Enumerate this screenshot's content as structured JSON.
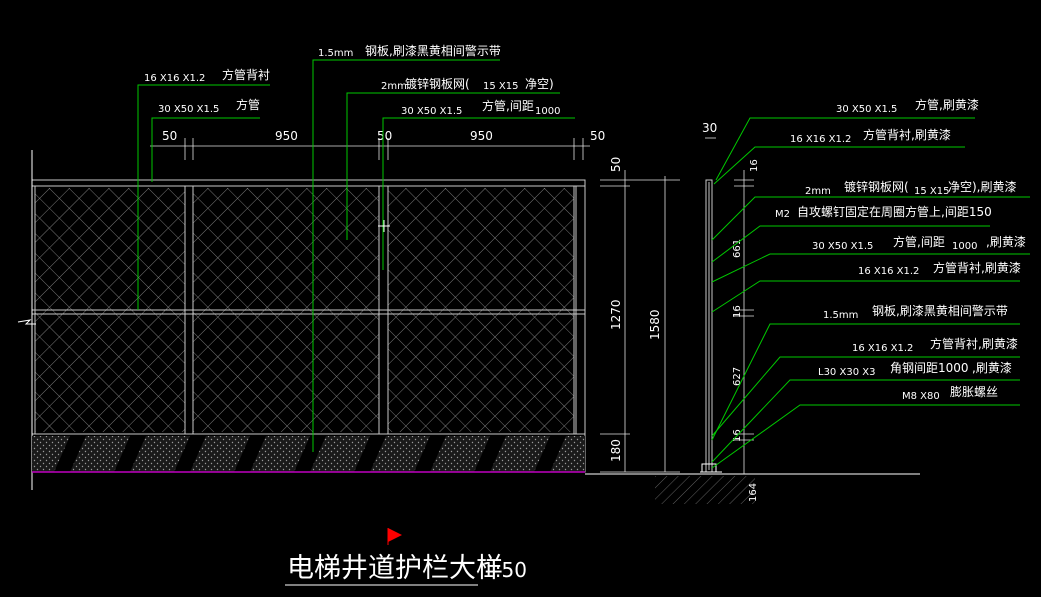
{
  "title": {
    "main": "电梯井道护栏大样",
    "scale": "1:50"
  },
  "elevation": {
    "labels": {
      "steel_plate_size": "1.5mm",
      "steel_plate_text": "钢板,刷漆黑黄相间警示带",
      "liner_size": "16 X16 X1.2",
      "liner_text": "方管背衬",
      "tube_size": "30 X50 X1.5",
      "tube_text": "方管",
      "mesh_size": "2mm",
      "mesh_text": "镀锌钢板网(",
      "mesh_spec": "15 X15",
      "mesh_clear": "净空)",
      "tube2_size": "30 X50 X1.5",
      "tube2_text": "方管,间距",
      "tube2_spacing": "1000"
    },
    "dims": {
      "top": [
        "50",
        "950",
        "50",
        "950",
        "50"
      ],
      "right": {
        "d50": "50",
        "d1270": "1270",
        "d180": "180",
        "d1580": "1580"
      }
    }
  },
  "section": {
    "dims": {
      "top30": "30",
      "d16a": "16",
      "d661": "661",
      "d16b": "16",
      "d627": "627",
      "d16c": "16",
      "d164": "164"
    },
    "labels": [
      {
        "size": "30 X50 X1.5",
        "text": "方管,刷黄漆"
      },
      {
        "size": "16 X16 X1.2",
        "text": "方管背衬,刷黄漆"
      },
      {
        "size": "2mm",
        "text": "镀锌钢板网(",
        "spec": "15 X15",
        "tail": "净空),刷黄漆"
      },
      {
        "size": "M2",
        "text": "自攻螺钉固定在周圈方管上,间距150"
      },
      {
        "size": "30 X50 X1.5",
        "text": "方管,间距",
        "spec": "1000",
        "tail": ",刷黄漆"
      },
      {
        "size": "16 X16 X1.2",
        "text": "方管背衬,刷黄漆"
      },
      {
        "size": "1.5mm",
        "text": "钢板,刷漆黑黄相间警示带"
      },
      {
        "size": "16 X16 X1.2",
        "text": "方管背衬,刷黄漆"
      },
      {
        "size": "L30 X30 X3",
        "text": "角钢间距1000",
        "tail": ",刷黄漆"
      },
      {
        "size": "M8 X80",
        "text": "膨胀螺丝"
      }
    ]
  },
  "colors": {
    "background": "#000000",
    "leader": "#00c800",
    "text": "#ffffff",
    "floor_line": "#c000c0",
    "marker": "#ff0000"
  }
}
